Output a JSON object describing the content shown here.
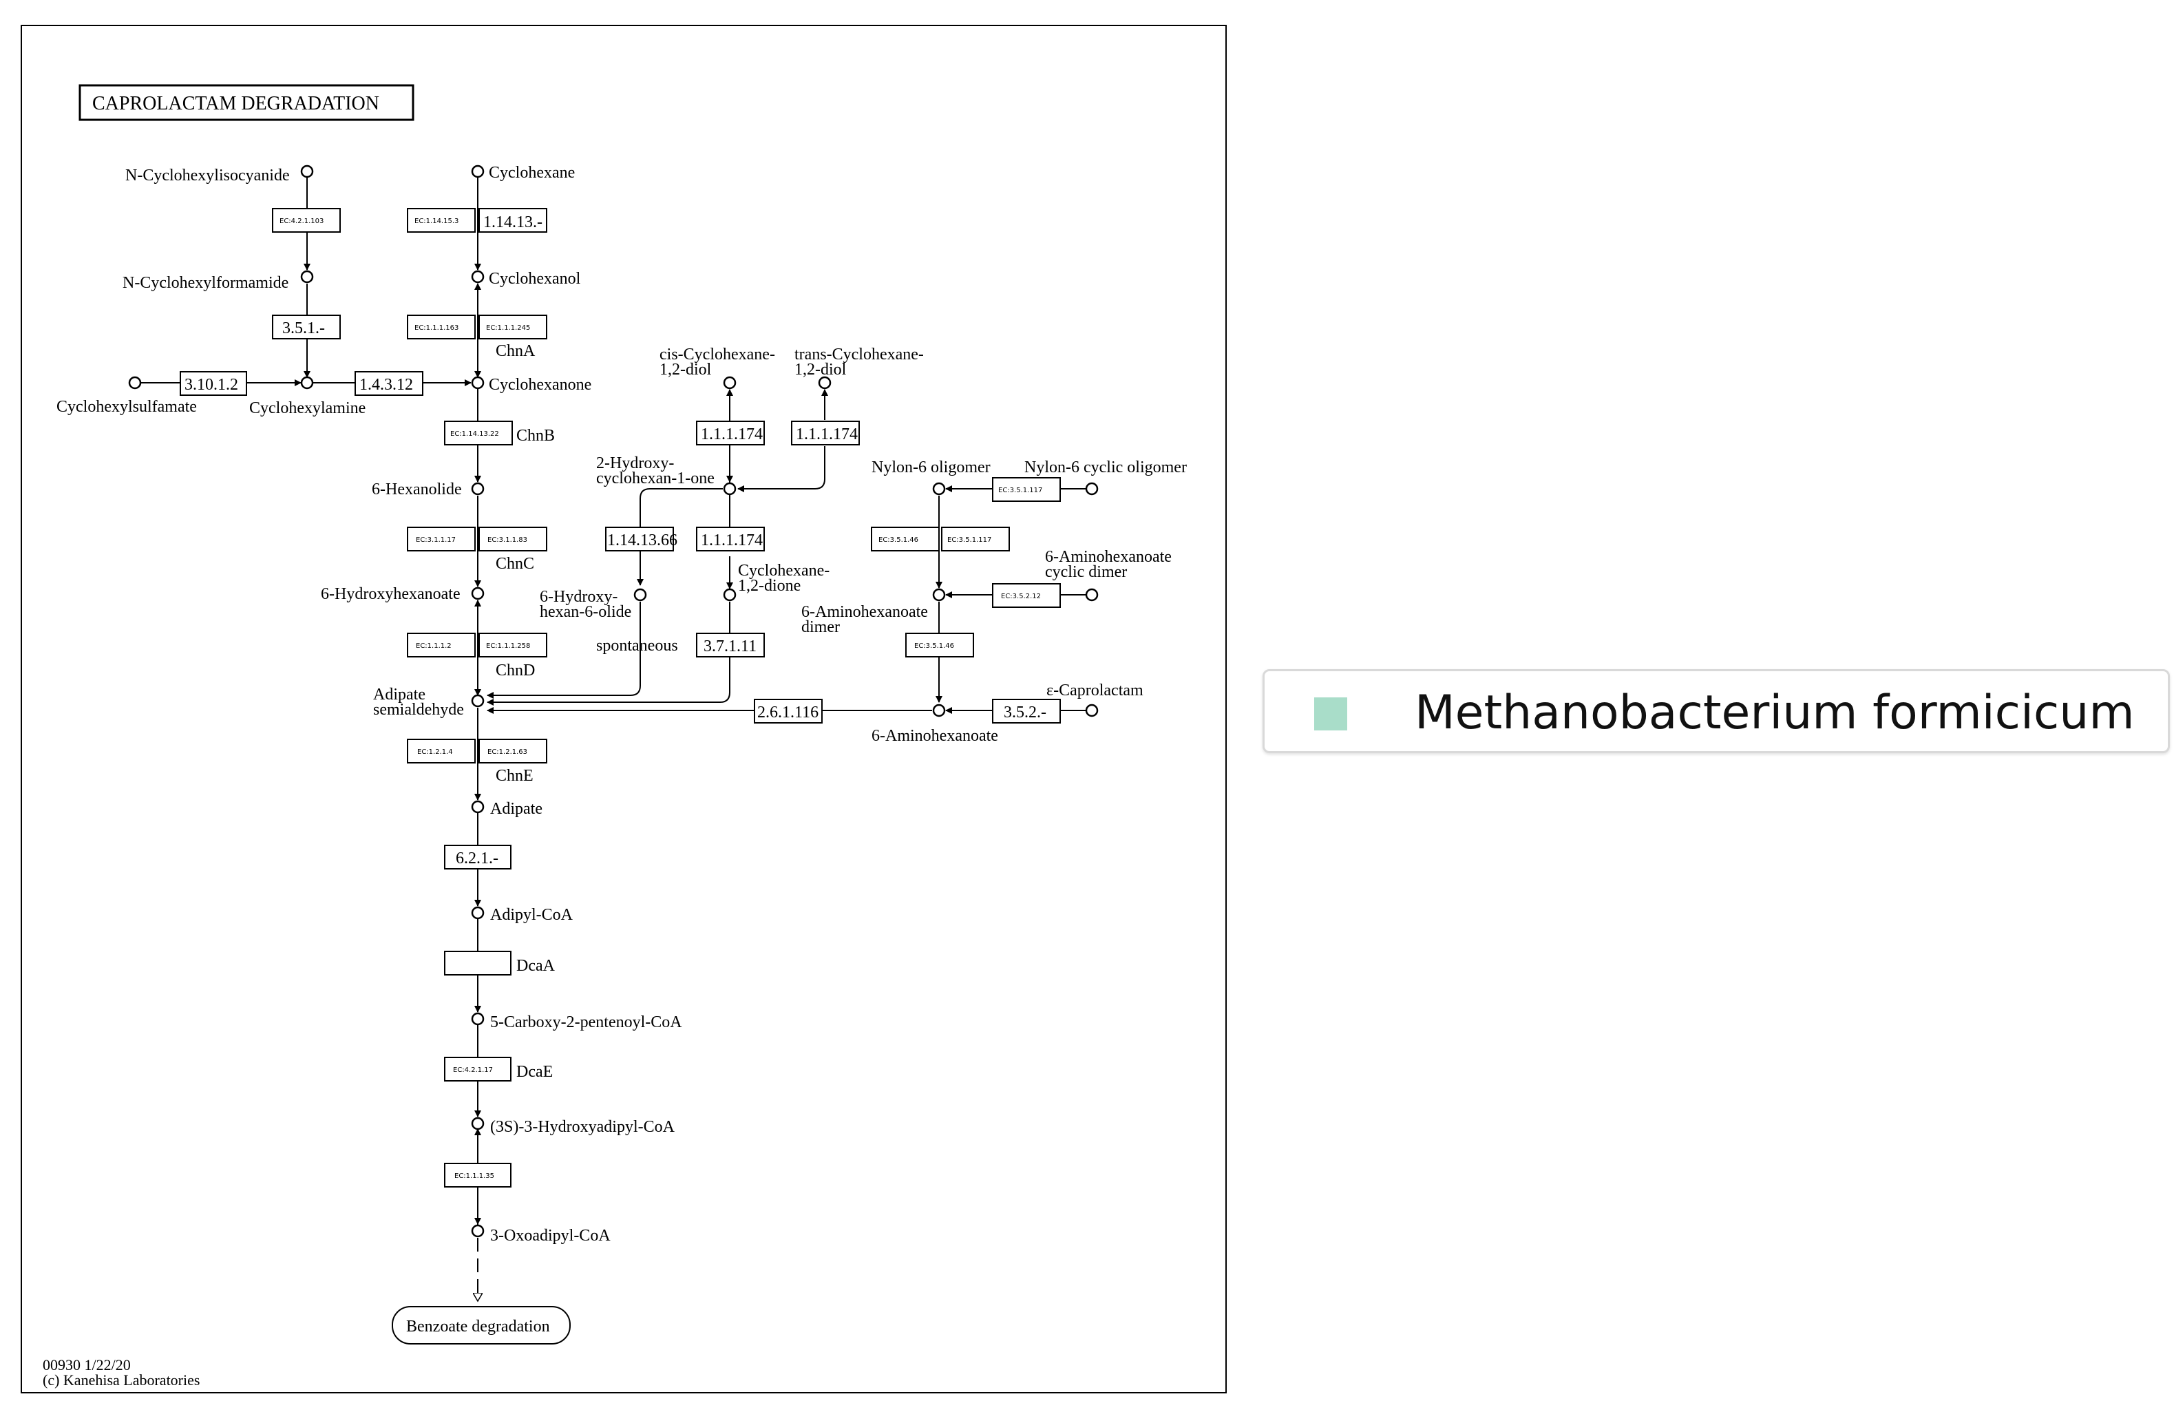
{
  "title": "CAPROLACTAM DEGRADATION",
  "footer": {
    "line1": "00930 1/22/20",
    "line2": "(c) Kanehisa Laboratories"
  },
  "legend": {
    "organism": "Methanobacterium formicicum",
    "color": "#a9ddc9"
  },
  "compounds": {
    "n_cyclohexylisocyanide": "N-Cyclohexylisocyanide",
    "n_cyclohexylformamide": "N-Cyclohexylformamide",
    "cyclohexylsulfamate": "Cyclohexylsulfamate",
    "cyclohexylamine": "Cyclohexylamine",
    "cyclohexane": "Cyclohexane",
    "cyclohexanol": "Cyclohexanol",
    "cyclohexanone": "Cyclohexanone",
    "hexanolide": "6-Hexanolide",
    "hydroxyhexanoate": "6-Hydroxyhexanoate",
    "adipate_semialdehyde_1": "Adipate",
    "adipate_semialdehyde_2": "semialdehyde",
    "adipate": "Adipate",
    "adipyl_coa": "Adipyl-CoA",
    "carboxy_pentenoyl_coa": "5-Carboxy-2-pentenoyl-CoA",
    "hydroxyadipyl_coa": "(3S)-3-Hydroxyadipyl-CoA",
    "oxoadipyl_coa": "3-Oxoadipyl-CoA",
    "cis_diol_1": "cis-Cyclohexane-",
    "cis_diol_2": "1,2-diol",
    "trans_diol_1": "trans-Cyclohexane-",
    "trans_diol_2": "1,2-diol",
    "hydroxycyclohexanone_1": "2-Hydroxy-",
    "hydroxycyclohexanone_2": "cyclohexan-1-one",
    "hydroxyhexanolide_1": "6-Hydroxy-",
    "hydroxyhexanolide_2": "hexan-6-olide",
    "cyclohexanedione_1": "Cyclohexane-",
    "cyclohexanedione_2": "1,2-dione",
    "spontaneous": "spontaneous",
    "nylon6_oligomer": "Nylon-6 oligomer",
    "nylon6_cyclic": "Nylon-6 cyclic oligomer",
    "aminohex_cyclic_1": "6-Aminohexanoate",
    "aminohex_cyclic_2": "cyclic dimer",
    "aminohex_dimer_1": "6-Aminohexanoate",
    "aminohex_dimer_2": "dimer",
    "aminohexanoate": "6-Aminohexanoate",
    "caprolactam": "ε-Caprolactam",
    "benzoate": "Benzoate degradation"
  },
  "enzymes": {
    "ec_4_2_1_103": "EC:4.2.1.103",
    "e_3_5_1": "3.5.1.-",
    "e_3_10_1_2": "3.10.1.2",
    "e_1_4_3_12": "1.4.3.12",
    "ec_1_14_15_3": "EC:1.14.15.3",
    "e_1_14_13": "1.14.13.-",
    "ec_1_1_1_163": "EC:1.1.1.163",
    "ec_1_1_1_245": "EC:1.1.1.245",
    "ec_1_14_13_22": "EC:1.14.13.22",
    "ec_3_1_1_17": "EC:3.1.1.17",
    "ec_3_1_1_83": "EC:3.1.1.83",
    "ec_1_1_1_2": "EC:1.1.1.2",
    "ec_1_1_1_258": "EC:1.1.1.258",
    "ec_1_2_1_4": "EC:1.2.1.4",
    "ec_1_2_1_63": "EC:1.2.1.63",
    "e_6_2_1": "6.2.1.-",
    "dcaa_box": "",
    "ec_4_2_1_17": "EC:4.2.1.17",
    "ec_1_1_1_35": "EC:1.1.1.35",
    "e_1_1_1_174_a": "1.1.1.174",
    "e_1_1_1_174_b": "1.1.1.174",
    "e_1_1_1_174_c": "1.1.1.174",
    "e_1_14_13_66": "1.14.13.66",
    "e_3_7_1_11": "3.7.1.11",
    "e_2_6_1_116": "2.6.1.116",
    "e_3_5_2": "3.5.2.-",
    "ec_3_5_1_117_a": "EC:3.5.1.117",
    "ec_3_5_1_46_a": "EC:3.5.1.46",
    "ec_3_5_1_117_b": "EC:3.5.1.117",
    "ec_3_5_2_12": "EC:3.5.2.12",
    "ec_3_5_1_46_b": "EC:3.5.1.46"
  },
  "genes": {
    "chnA": "ChnA",
    "chnB": "ChnB",
    "chnC": "ChnC",
    "chnD": "ChnD",
    "chnE": "ChnE",
    "dcaA": "DcaA",
    "dcaE": "DcaE"
  }
}
